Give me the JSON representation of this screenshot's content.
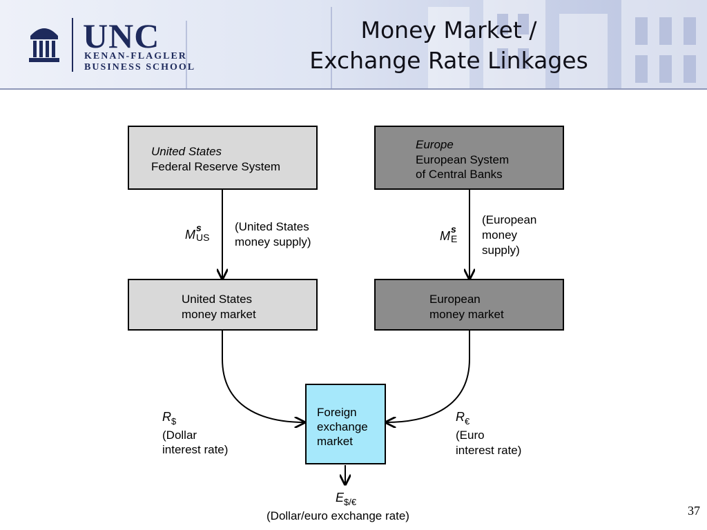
{
  "header": {
    "logo": {
      "name": "UNC",
      "line1": "KENAN-FLAGLER",
      "line2": "BUSINESS SCHOOL"
    },
    "title_line1": "Money Market /",
    "title_line2": "Exchange Rate Linkages"
  },
  "diagram": {
    "us_fed": {
      "region": "United States",
      "name": "Federal Reserve System"
    },
    "europe_cb": {
      "region": "Europe",
      "line1": "European System",
      "line2": "of Central Banks"
    },
    "us_money_supply": {
      "symbol": "M",
      "sup": "s",
      "sub": "US",
      "line1": "(United States",
      "line2": "money supply)"
    },
    "eu_money_supply": {
      "symbol": "M",
      "sup": "s",
      "sub": "E",
      "line1": "(European",
      "line2": "money",
      "line3": "supply)"
    },
    "us_money_market": {
      "line1": "United States",
      "line2": "money market"
    },
    "eu_money_market": {
      "line1": "European",
      "line2": "money market"
    },
    "fx_market": {
      "line1": "Foreign",
      "line2": "exchange",
      "line3": "market"
    },
    "dollar_rate": {
      "symbol": "R",
      "sub": "$",
      "line1": "(Dollar",
      "line2": "interest rate)"
    },
    "euro_rate": {
      "symbol": "R",
      "sub": "€",
      "line1": "(Euro",
      "line2": "interest rate)"
    },
    "exchange_rate": {
      "symbol": "E",
      "sub": "$/€",
      "label": "(Dollar/euro exchange rate)"
    }
  },
  "colors": {
    "us_box": "#d9d9d9",
    "eu_box": "#8c8c8c",
    "fx_box": "#a6e8fb",
    "title_text": "#101018"
  },
  "footer": {
    "page_number": "37"
  }
}
